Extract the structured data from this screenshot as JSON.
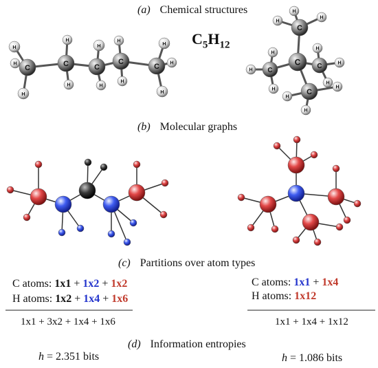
{
  "colors": {
    "carbon_center": "#2b2b2b",
    "blue_atom": "#2f4fe0",
    "red_atom": "#d13a3a",
    "bond": "#333333",
    "eq_blue": "#2233cc",
    "eq_red": "#c0392b"
  },
  "sections": {
    "a": {
      "tag": "(a)",
      "title": "Chemical structures"
    },
    "b": {
      "tag": "(b)",
      "title": "Molecular graphs"
    },
    "c": {
      "tag": "(c)",
      "title": "Partitions over atom types"
    },
    "d": {
      "tag": "(d)",
      "title": "Information entropies"
    }
  },
  "formula": {
    "base": "C",
    "c_count": "5",
    "h": "H",
    "h_count": "12"
  },
  "atom_labels": {
    "carbon": "C",
    "hydrogen": "H"
  },
  "left": {
    "c_label": "C atoms:",
    "c_terms": [
      {
        "text": "1x1",
        "color": "black"
      },
      {
        "text": "1x2",
        "color": "blue"
      },
      {
        "text": "1x2",
        "color": "red"
      }
    ],
    "h_label": "H atoms:",
    "h_terms": [
      {
        "text": "1x2",
        "color": "black"
      },
      {
        "text": "1x4",
        "color": "blue"
      },
      {
        "text": "1x6",
        "color": "red"
      }
    ],
    "plus": "+",
    "sum": "1x1 + 3x2 + 1x4 + 1x6",
    "entropy_var": "h",
    "entropy_value": "= 2.351 bits"
  },
  "right": {
    "c_label": "C atoms:",
    "c_terms": [
      {
        "text": "1x1",
        "color": "blue"
      },
      {
        "text": "1x4",
        "color": "red"
      }
    ],
    "h_label": "H atoms:",
    "h_terms": [
      {
        "text": "1x12",
        "color": "red"
      }
    ],
    "plus": "+",
    "sum": "1x1 + 1x4 + 1x12",
    "entropy_var": "h",
    "entropy_value": "= 1.086 bits"
  }
}
